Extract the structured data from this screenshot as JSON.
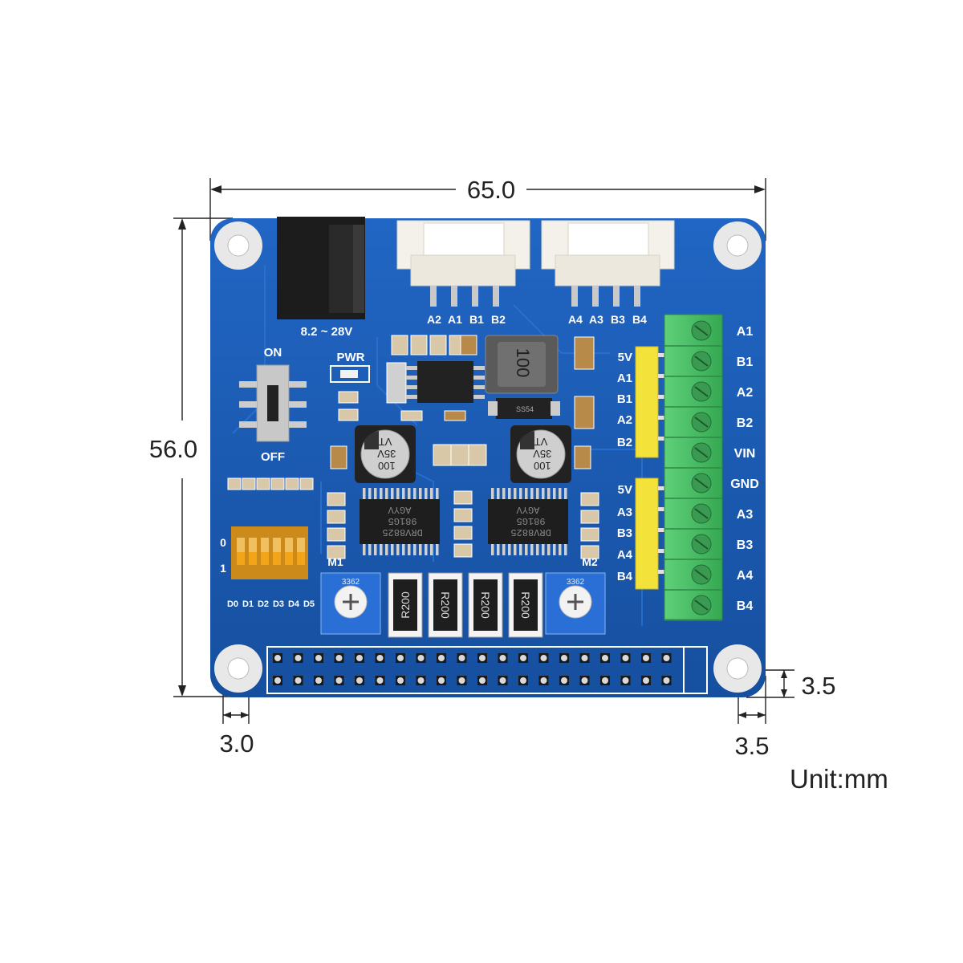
{
  "dimensions": {
    "width": "65.0",
    "height": "56.0",
    "hole_offset_left": "3.0",
    "hole_offset_right": "3.5",
    "hole_offset_bottom": "3.5",
    "unit_label": "Unit:mm"
  },
  "board": {
    "pcb_color": "#1b5cb8",
    "power_label": "8.2 ~ 28V",
    "pwr_label": "PWR",
    "switch_on": "ON",
    "switch_off": "OFF",
    "connector1_pins": [
      "A2",
      "A1",
      "B1",
      "B2"
    ],
    "connector2_pins": [
      "A4",
      "A3",
      "B3",
      "B4"
    ],
    "header1_pins": [
      "5V",
      "A1",
      "B1",
      "A2",
      "B2"
    ],
    "header2_pins": [
      "5V",
      "A3",
      "B3",
      "A4",
      "B4"
    ],
    "terminal_pins": [
      "A1",
      "B1",
      "A2",
      "B2",
      "VIN",
      "GND",
      "A3",
      "B3",
      "A4",
      "B4"
    ],
    "dip_row_labels": [
      "0",
      "1"
    ],
    "dip_labels": [
      "D0",
      "D1",
      "D2",
      "D3",
      "D4",
      "D5"
    ],
    "motor1_label": "M1",
    "motor2_label": "M2",
    "inductor_marking": "100",
    "diode_marking": "SS54",
    "capacitor_marking": [
      "100",
      "35V",
      "VT"
    ],
    "resistor_marking": "R200",
    "driver_ic_marking": [
      "DRV8825",
      "981G5",
      "AGYV"
    ],
    "pot_marking": "3362"
  }
}
